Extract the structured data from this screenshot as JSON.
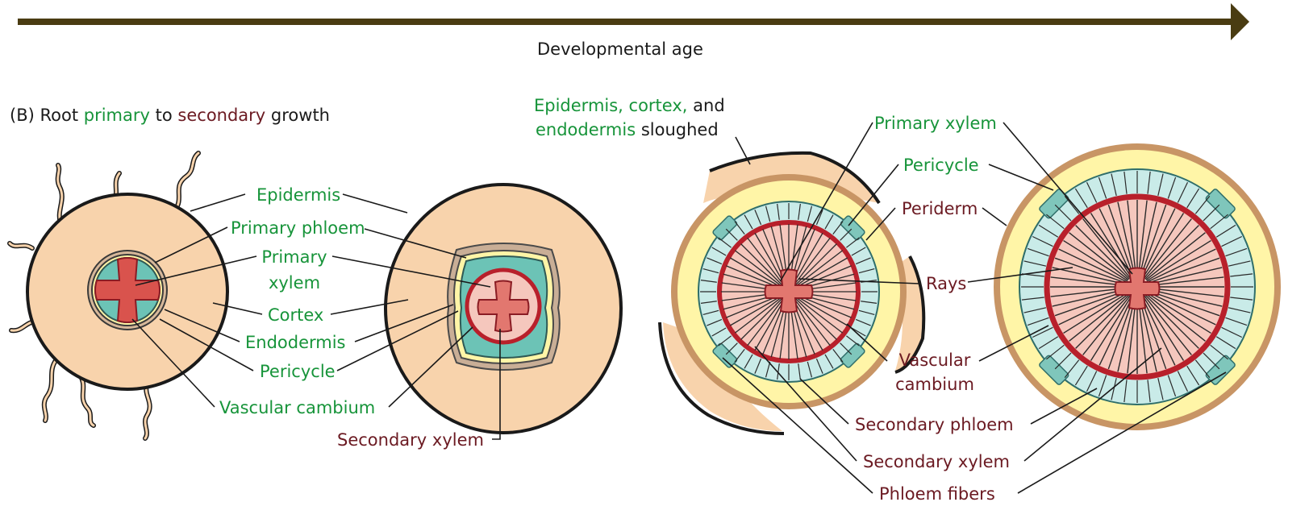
{
  "axis_label": "Developmental age",
  "panel": {
    "letter": "(B)",
    "title_parts": [
      "Root",
      "primary",
      "to",
      "secondary",
      "growth"
    ]
  },
  "labels": {
    "epidermis": "Epidermis",
    "primary_phloem": "Primary phloem",
    "primary_xylem_line1": "Primary",
    "primary_xylem_line2": "xylem",
    "cortex": "Cortex",
    "endodermis": "Endodermis",
    "pericycle": "Pericycle",
    "vascular_cambium": "Vascular cambium",
    "secondary_xylem": "Secondary xylem",
    "sloughed_line1_parts": [
      "Epidermis, cortex,",
      "and"
    ],
    "sloughed_line2_parts": [
      "endodermis",
      "sloughed"
    ],
    "primary_xylem_right": "Primary xylem",
    "pericycle_right": "Pericycle",
    "periderm": "Periderm",
    "rays": "Rays",
    "vascular_cambium_right_line1": "Vascular",
    "vascular_cambium_right_line2": "cambium",
    "secondary_phloem": "Secondary phloem",
    "secondary_xylem_right": "Secondary xylem",
    "phloem_fibers": "Phloem fibers"
  },
  "colors": {
    "arrow": "#4a3c12",
    "primary_text": "#17943a",
    "secondary_text": "#6b1a22",
    "cortex": "#f8d3ac",
    "xylem": "#e2776f",
    "phloem": "#6cc3b6",
    "secondary_xylem": "#f5c7bd",
    "secondary_phloem": "#c9ebe8",
    "cambium": "#b8202b",
    "pericycle": "#fff5a7",
    "periderm": "#c89565"
  }
}
